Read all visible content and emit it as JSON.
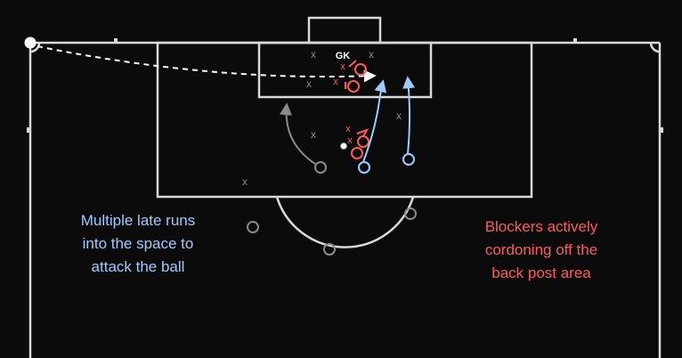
{
  "labels": {
    "goalkeeper": "GK",
    "marker": "x"
  },
  "captions": {
    "left": "Multiple late runs\ninto the space to\nattack the ball",
    "right": "Blockers actively\ncordoning off the\nback post area"
  },
  "colors": {
    "background": "#0b0b0b",
    "lines": "#d9d9d9",
    "attackers": "#9ecbff",
    "blockers": "#ff5a5a",
    "defenders": "#8a8a8a",
    "white": "#ffffff",
    "gray_run": "#8c8c8c"
  }
}
